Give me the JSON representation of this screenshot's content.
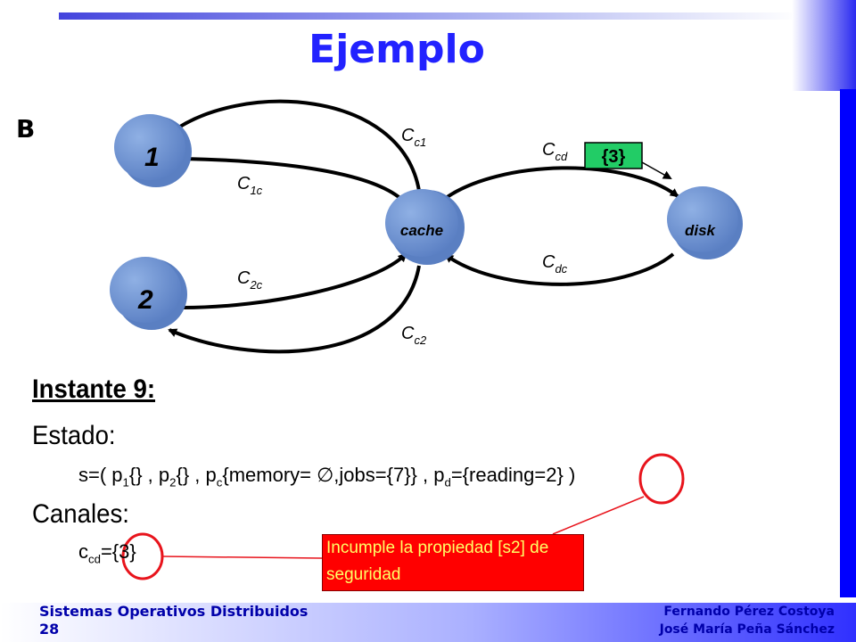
{
  "title": "Ejemplo",
  "scenario_label": "B",
  "diagram": {
    "nodes": {
      "p1": "1",
      "p2": "2",
      "cache": "cache",
      "disk": "disk"
    },
    "channels": {
      "cc1": {
        "main": "C",
        "sub": "c1"
      },
      "c1c": {
        "main": "C",
        "sub": "1c"
      },
      "c2c": {
        "main": "C",
        "sub": "2c"
      },
      "cc2": {
        "main": "C",
        "sub": "c2"
      },
      "ccd": {
        "main": "C",
        "sub": "cd"
      },
      "cdc": {
        "main": "C",
        "sub": "dc"
      }
    },
    "message": "{3}"
  },
  "body": {
    "heading": "Instante 9:",
    "estado_label": "Estado:",
    "state": {
      "s_open": "s=( p",
      "p1_sub": "1",
      "p1_val": "{} , p",
      "p2_sub": "2",
      "p2_val": "{} , p",
      "pc_sub": "c",
      "pc_val": "{memory= ∅,jobs={7}} , p",
      "pd_sub": "d",
      "pd_val": "={reading=2} )"
    },
    "canales_label": "Canales:",
    "channel": {
      "c": "c",
      "sub": "cd",
      "val": "={3}"
    }
  },
  "annotation": "Incumple la propiedad [s2] de seguridad",
  "footer": {
    "course": "Sistemas Operativos Distribuidos",
    "page": "28",
    "author1": "Fernando Pérez Costoya",
    "author2": "José María Peña Sánchez"
  },
  "colors": {
    "title": "#2222ff",
    "node": "#6f93d0",
    "message": "#22cc66",
    "note": "#ff0000",
    "highlight": "#e8141c"
  }
}
